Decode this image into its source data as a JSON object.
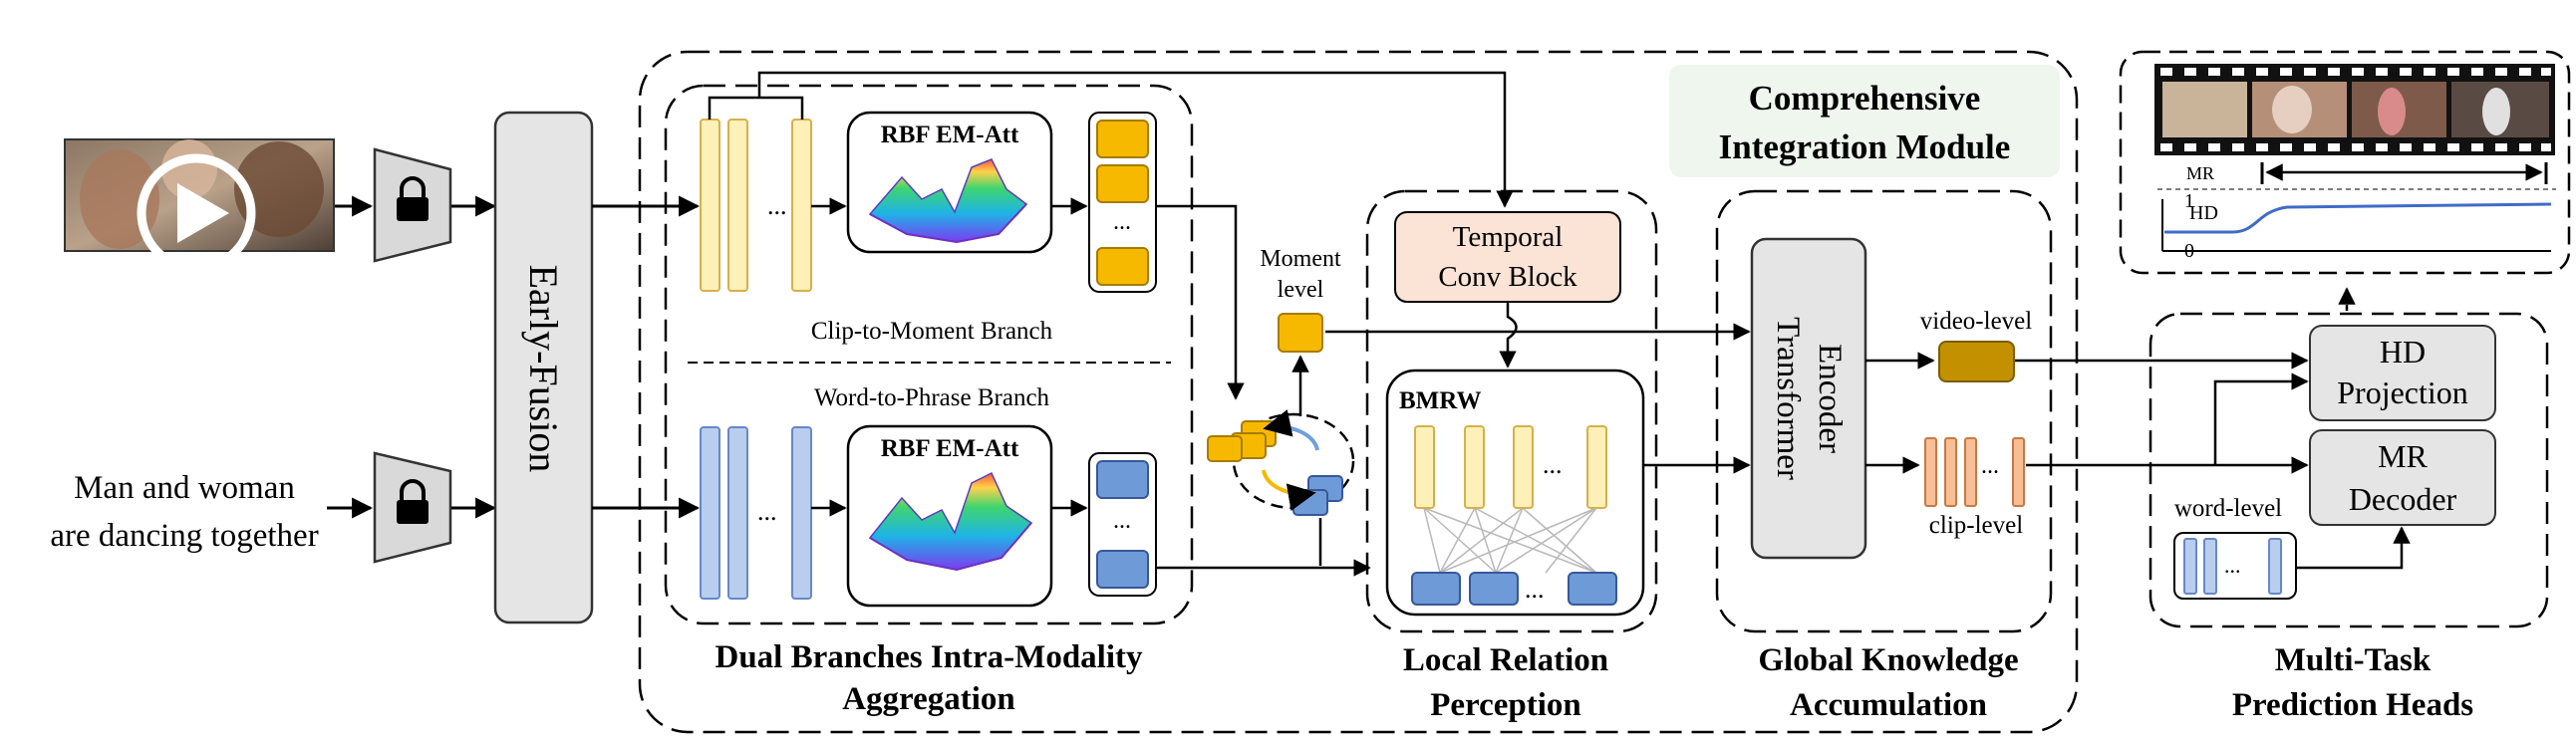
{
  "input": {
    "query_text_line1": "Man and woman",
    "query_text_line2": "are dancing together"
  },
  "early_fusion_label": "Early-Fusion",
  "dual_branch": {
    "em_att_label_top": "RBF EM-Att",
    "em_att_label_bottom": "RBF EM-Att",
    "clip_branch_label": "Clip-to-Moment Branch",
    "word_branch_label": "Word-to-Phrase Branch",
    "caption_line1": "Dual Branches Intra-Modality",
    "caption_line2": "Aggregation",
    "ellipsis": "..."
  },
  "moment": {
    "label_line1": "Moment",
    "label_line2": "level"
  },
  "comprehensive": {
    "title_line1": "Comprehensive",
    "title_line2": "Integration Module"
  },
  "local": {
    "temporal_line1": "Temporal",
    "temporal_line2": "Conv Block",
    "bmrw_label": "BMRW",
    "caption_line1": "Local Relation",
    "caption_line2": "Perception",
    "ellipsis": "..."
  },
  "global": {
    "encoder_line1": "Transformer",
    "encoder_line2": "Encoder",
    "video_level": "video-level",
    "clip_level": "clip-level",
    "caption_line1": "Global Knowledge",
    "caption_line2": "Accumulation",
    "ellipsis": "..."
  },
  "heads": {
    "hd_line1": "HD",
    "hd_line2": "Projection",
    "mr_line1": "MR",
    "mr_line2": "Decoder",
    "word_level": "word-level",
    "caption_line1": "Multi-Task",
    "caption_line2": "Prediction Heads"
  },
  "output": {
    "mr_label": "MR",
    "hd_label": "HD",
    "y_top": "1",
    "y_bottom": "0"
  },
  "colors": {
    "yellow_fill": "#fdf0b8",
    "yellow_stroke": "#d6b04a",
    "blue_fill": "#b9cdef",
    "blue_stroke": "#6688c6",
    "gold_fill": "#f7b900",
    "gold_stroke": "#a77b00",
    "dark_gold": "#c39100",
    "orange_fill": "#f8bf96",
    "orange_stroke": "#c87942",
    "temporal_fill": "#fbe3d5",
    "green_title_bg": "#eef6ee",
    "gray_fill": "#e8e8e8",
    "hd_curve": "#3f6cc8"
  },
  "icons": [
    "video-play-icon",
    "lock-icon",
    "film-strip-icon",
    "rbf-surface-plot-icon"
  ]
}
